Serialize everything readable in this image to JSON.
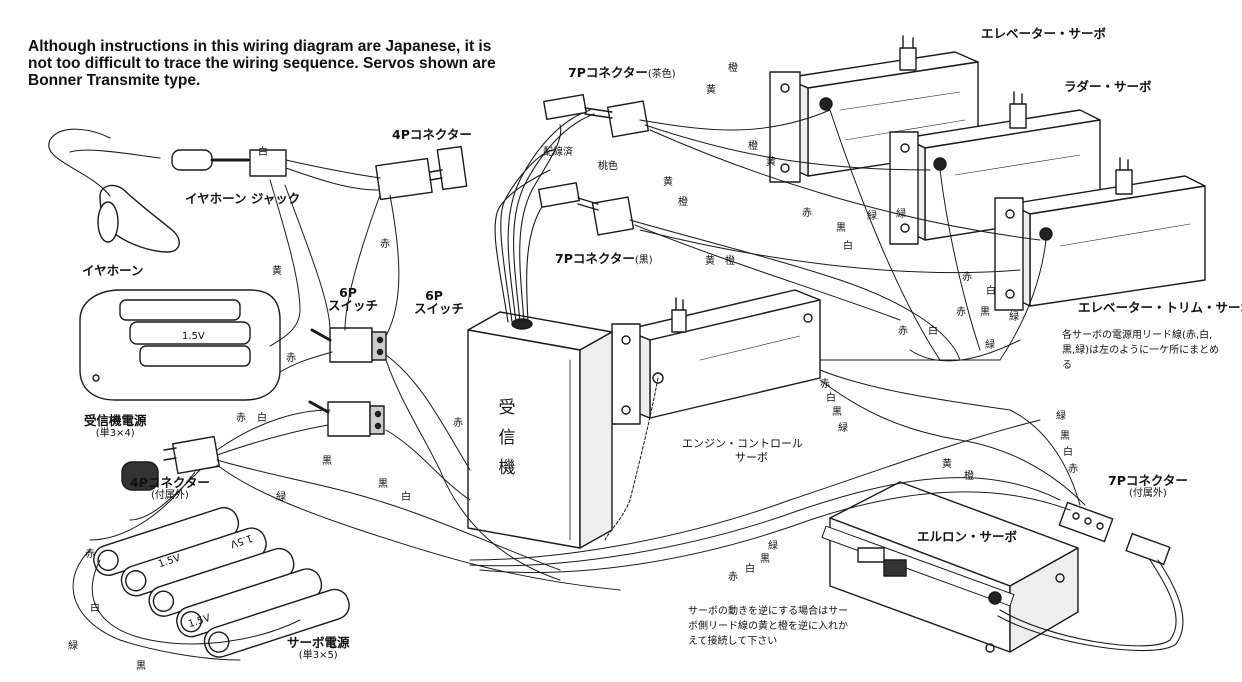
{
  "intro": "Although instructions in this wiring diagram are Japanese, it is not too difficult to trace the wiring sequence. Servos shown are Bonner Transmite type.",
  "labels": {
    "elevator_servo": "エレベーター・サーボ",
    "rudder_servo": "ラダー・サーボ",
    "elevator_trim_servo": "エレベーター・トリム・サーボ",
    "aileron_servo": "エルロン・サーボ",
    "engine_control_servo_line1": "エンジン・コントロール",
    "engine_control_servo_line2": "サーボ",
    "connector_7p_brown": "7Pコネクター",
    "connector_7p_brown_note": "(茶色)",
    "connector_7p_black": "7Pコネクター",
    "connector_7p_black_note": "(黒)",
    "connector_7p_ext": "7Pコネクター",
    "connector_7p_ext_note": "(付属外)",
    "connector_4p_top": "4Pコネクター",
    "connector_4p_bottom": "4Pコネクター",
    "connector_4p_bottom_note": "(付属外)",
    "switch_6p_left_line1": "6P",
    "switch_6p_left_line2": "スイッチ",
    "switch_6p_right_line1": "6P",
    "switch_6p_right_line2": "スイッチ",
    "earphone_jack": "イヤホーン ジャック",
    "earphone": "イヤホーン",
    "receiver_power": "受信機電源",
    "receiver_power_note": "(単3×4)",
    "servo_power": "サーボ電源",
    "servo_power_note": "(単3×5)",
    "receiver_chars": [
      "受",
      "信",
      "機"
    ],
    "wired": "配線済",
    "pink": "桃色",
    "note_right": "各サーボの電源用リード線(赤,白,黒,緑)は左のように一ケ所にまとめる",
    "note_bottom": "サーボの動きを逆にする場合はサーボ側リード線の黄と橙を逆に入れかえて接続して下さい"
  },
  "wire_colors": {
    "red": "赤",
    "white": "白",
    "black": "黒",
    "green": "緑",
    "yellow": "黄",
    "orange": "橙"
  },
  "battery_marking": "1.5V"
}
